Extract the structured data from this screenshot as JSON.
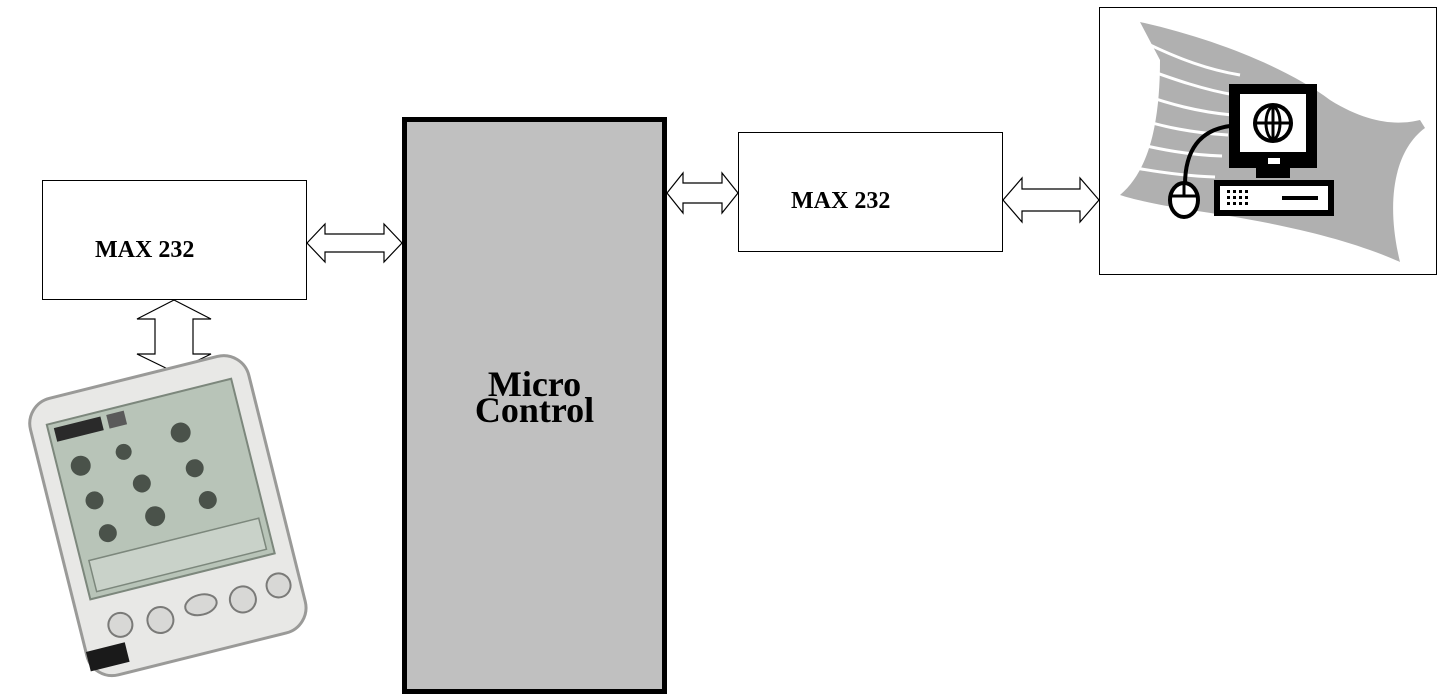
{
  "diagram": {
    "max232_left": {
      "label": "MAX 232"
    },
    "max232_right": {
      "label": "MAX 232"
    },
    "microcontroller": {
      "line1": "Micro",
      "line2": "Control"
    },
    "pda": {
      "icon": "pda-device-icon"
    },
    "computer": {
      "icon": "desktop-computer-icon"
    },
    "colors": {
      "micro_fill": "#c0c0c0",
      "stroke": "#000000",
      "pda_body": "#e8e8e6",
      "screen": "#b8c4b8",
      "swoosh": "#b0b0b0"
    }
  }
}
